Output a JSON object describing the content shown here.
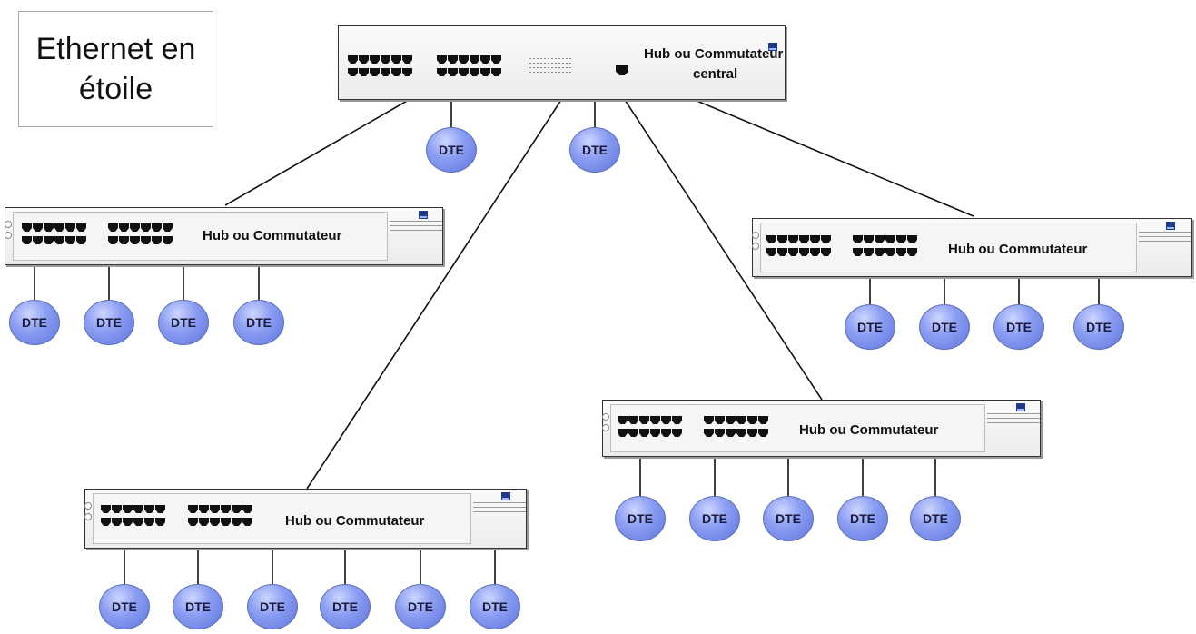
{
  "title": {
    "line1": "Ethernet en",
    "line2": "étoile"
  },
  "central": {
    "label_line1": "Hub ou Commutateur",
    "label_line2": "central"
  },
  "switch_label": "Hub ou Commutateur",
  "dte_label": "DTE",
  "colors": {
    "dte_fill": "#7b8ff0",
    "dte_border": "#5b6fb8",
    "device_outline": "#333333",
    "logo": "#1f3a8a"
  },
  "switches": [
    {
      "id": "left",
      "dte_count": 4
    },
    {
      "id": "right",
      "dte_count": 4
    },
    {
      "id": "middle-right",
      "dte_count": 5
    },
    {
      "id": "bottom",
      "dte_count": 6
    }
  ],
  "central_dte_count": 2
}
